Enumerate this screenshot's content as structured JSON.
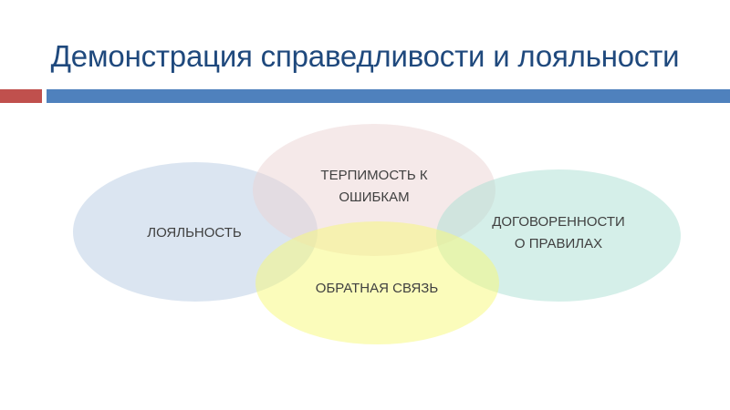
{
  "slide": {
    "title": "Демонстрация справедливости и лояльности",
    "accent_colors": {
      "title_text": "#1f497d",
      "bar_red": "#c0504d",
      "bar_blue": "#4f81bd",
      "label_text": "#404040"
    }
  },
  "diagram": {
    "type": "venn",
    "circles": [
      {
        "id": "loyalty",
        "lines": [
          "ЛОЯЛЬНОСТЬ"
        ],
        "color": "#dce6f1"
      },
      {
        "id": "tolerance",
        "lines": [
          "ТЕРПИМОСТЬ К",
          "ОШИБКАМ"
        ],
        "color": "#f5e9e9"
      },
      {
        "id": "agreements",
        "lines": [
          "ДОГОВОРЕННОСТИ",
          "О ПРАВИЛАХ"
        ],
        "color": "#d6f0ea"
      },
      {
        "id": "feedback",
        "lines": [
          "ОБРАТНАЯ СВЯЗЬ"
        ],
        "color": "#fbfcbb"
      }
    ]
  }
}
